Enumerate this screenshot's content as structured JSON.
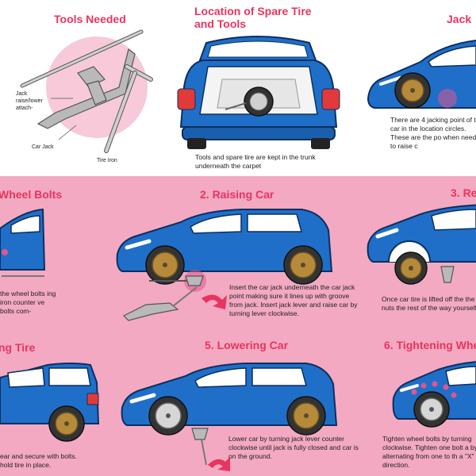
{
  "sections": {
    "tools": {
      "title": "Tools Needed",
      "label_jack_attach": "Jack raise/lower attach-",
      "label_car_jack": "Car Jack",
      "label_tire_iron": "Tire Iron"
    },
    "location": {
      "title": "Location of Spare Tire and Tools",
      "caption": "Tools and spare tire are kept in the trunk underneath the carpet"
    },
    "jack_points": {
      "title": "Jack",
      "caption": "There are 4 jacking point of the car in the location circles. These are the po when needing to raise c"
    },
    "wheel_bolts": {
      "title": "Wheel Bolts",
      "caption": "the wheel bolts ing iron counter ve bolts com-"
    },
    "raising": {
      "title": "2. Raising Car",
      "caption": "Insert the car jack underneath the car jack point making sure it lines up with groove from jack. Insert jack lever and raise car by turning lever clockwise."
    },
    "removing": {
      "title": "3. Re",
      "caption": "Once car tire is lifted off the the nuts the rest of the way yourself."
    },
    "mounting": {
      "title": "ng Tire",
      "caption": "ear and secure with bolts. hold tire in place."
    },
    "lowering": {
      "title": "5. Lowering Car",
      "caption": "Lower car by turning jack lever counter clockwise until jack is fully closed and car is on the ground."
    },
    "tightening": {
      "title": "6. Tightening Whe",
      "caption": "Tighten wheel bolts by turning clockwise. Tighten one bolt a by alternating from one to th a \"X\" direction."
    }
  },
  "colors": {
    "title_red": "#e8345f",
    "car_blue": "#1f6fc9",
    "pink_band": "#f3a9c2",
    "highlight": "#e0568e"
  }
}
